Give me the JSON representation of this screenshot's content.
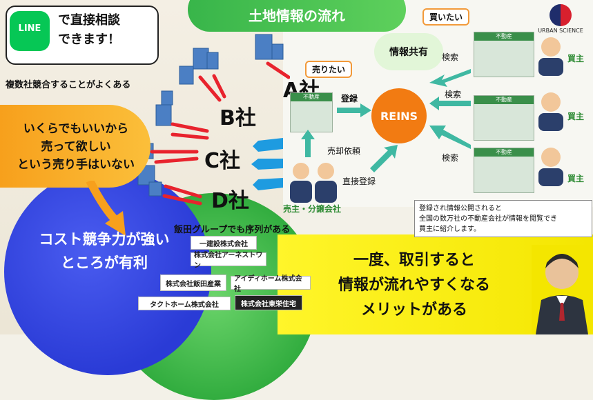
{
  "title": "土地情報の流れ",
  "line": {
    "logo": "LINE",
    "text_line1": "で直接相談",
    "text_line2": "できます！"
  },
  "left": {
    "competition_note": "複数社競合することがよくある",
    "companies": [
      "A社",
      "B社",
      "C社",
      "D社"
    ],
    "orange_bubble": [
      "いくらでもいいから",
      "売って欲しい",
      "という売り手はいない"
    ],
    "blue_circle": [
      "コスト競争力が強い",
      "ところが有利"
    ],
    "group_note": "飯田グループでも序列がある",
    "group_logos": [
      "一建設株式会社",
      "株式会社アーネストワン",
      "株式会社飯田産業",
      "アイディホーム株式会社",
      "タクトホーム株式会社",
      "株式会社東栄住宅"
    ]
  },
  "right": {
    "sell_bubble": "売りたい",
    "buy_bubble": "買いたい",
    "info_share": "情報共有",
    "register": "登録",
    "reins": "REINS",
    "sale_request": "売却依頼",
    "direct_register": "直接登録",
    "search": "検索",
    "buyer": "買主",
    "seller": "売主・分譲会社",
    "agency_sign": "不動産",
    "info_box": [
      "登録され情報公開されると",
      "全国の数万社の不動産会社が情報を閲覧でき",
      "買主に紹介します。"
    ],
    "brand": "URBAN SCIENCE"
  },
  "bottom": {
    "message": [
      "一度、取引すると",
      "情報が流れやすくなる",
      "メリットがある"
    ]
  },
  "colors": {
    "green": "#38b54a",
    "orange": "#f7a01c",
    "blue": "#2a3bd6",
    "yellow": "#fff52a",
    "red_arrow": "#e8232d",
    "blue_arrow": "#1e9be0",
    "teal_arrow": "#3fb8a2",
    "reins": "#f27b12"
  }
}
